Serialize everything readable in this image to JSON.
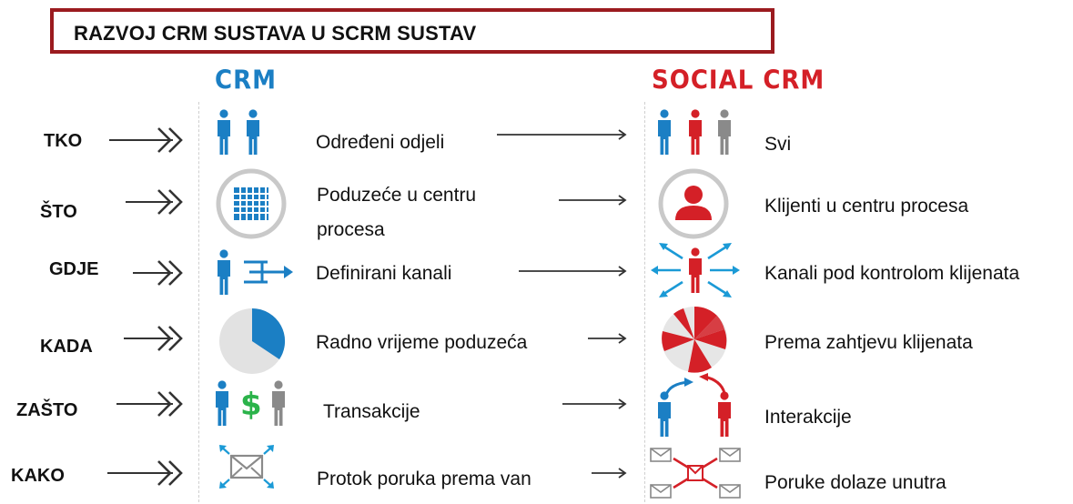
{
  "title": "RAZVOJ CRM SUSTAVA U SCRM SUSTAV",
  "headers": {
    "crm": "CRM",
    "social": "SOCIAL CRM"
  },
  "colors": {
    "blue": "#1b7fc4",
    "red": "#d42027",
    "gray": "#8a8a8a",
    "green": "#2bb34a",
    "title_border": "#9b1b1f"
  },
  "rows": [
    {
      "q": "TKO",
      "crm": "Određeni odjeli",
      "social": "Svi"
    },
    {
      "q": "ŠTO",
      "crm": "Poduzeće u centru procesa",
      "social": "Klijenti u centru procesa"
    },
    {
      "q": "GDJE",
      "crm": "Definirani kanali",
      "social": "Kanali pod kontrolom klijenata"
    },
    {
      "q": "KADA",
      "crm": "Radno vrijeme poduzeća",
      "social": "Prema zahtjevu klijenata"
    },
    {
      "q": "ZAŠTO",
      "crm": "Transakcije",
      "social": "Interakcije"
    },
    {
      "q": "KAKO",
      "crm": "Protok poruka prema van",
      "social": "Poruke dolaze unutra"
    }
  ],
  "icons": {
    "crm": [
      "two-people-icon",
      "building-icon",
      "person-channels-icon",
      "pie-chart-icon",
      "person-dollar-person-icon",
      "envelope-arrows-icon"
    ],
    "social": [
      "three-people-icon",
      "person-center-icon",
      "person-radiating-arrows-icon",
      "radial-pie-icon",
      "conversation-icon",
      "inbound-messages-icon"
    ]
  }
}
